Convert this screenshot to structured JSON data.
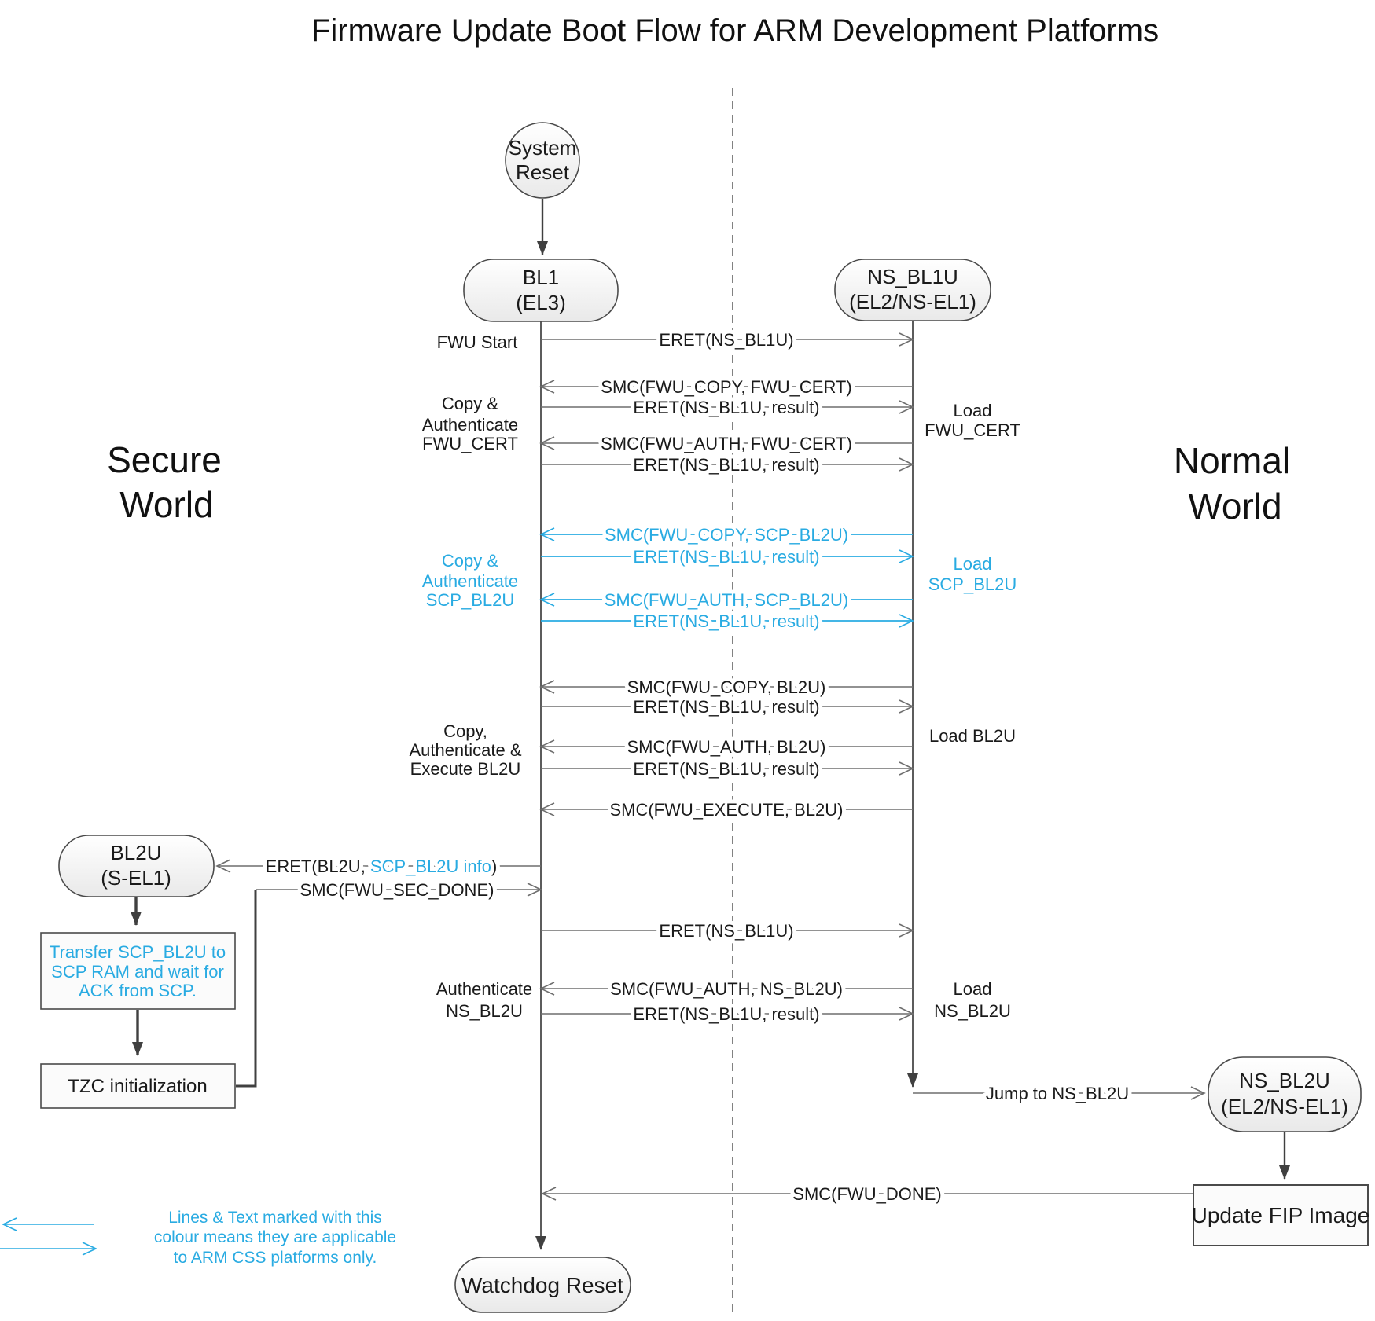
{
  "title": "Firmware Update Boot Flow for ARM Development Platforms",
  "colors": {
    "cyan": "#29ABE2",
    "line_gray": "#6e6e6e",
    "dark": "#404040"
  },
  "worlds": {
    "secure_line1": "Secure",
    "secure_line2": "World",
    "normal_line1": "Normal",
    "normal_line2": "World"
  },
  "nodes": {
    "system_reset_line1": "System",
    "system_reset_line2": "Reset",
    "bl1_line1": "BL1",
    "bl1_line2": "(EL3)",
    "ns_bl1u_line1": "NS_BL1U",
    "ns_bl1u_line2": "(EL2/NS-EL1)",
    "bl2u_line1": "BL2U",
    "bl2u_line2": "(S-EL1)",
    "ns_bl2u_line1": "NS_BL2U",
    "ns_bl2u_line2": "(EL2/NS-EL1)",
    "watchdog": "Watchdog Reset",
    "update_fip": "Update FIP Image",
    "transfer_line1": "Transfer SCP_BL2U to",
    "transfer_line2": "SCP RAM and wait for",
    "transfer_line3": "ACK from SCP.",
    "tzc": "TZC initialization"
  },
  "messages": [
    {
      "text": "ERET(NS_BL1U)"
    },
    {
      "text": "SMC(FWU_COPY, FWU_CERT)"
    },
    {
      "text": "ERET(NS_BL1U, result)"
    },
    {
      "text": "SMC(FWU_AUTH, FWU_CERT)"
    },
    {
      "text": "ERET(NS_BL1U, result)"
    },
    {
      "text": "SMC(FWU_COPY, SCP_BL2U)"
    },
    {
      "text": "ERET(NS_BL1U, result)"
    },
    {
      "text": "SMC(FWU_AUTH, SCP_BL2U)"
    },
    {
      "text": "ERET(NS_BL1U, result)"
    },
    {
      "text": "SMC(FWU_COPY, BL2U)"
    },
    {
      "text": "ERET(NS_BL1U, result)"
    },
    {
      "text": "SMC(FWU_AUTH, BL2U)"
    },
    {
      "text": "ERET(NS_BL1U, result)"
    },
    {
      "text": "SMC(FWU_EXECUTE, BL2U)"
    },
    {
      "text": "ERET(NS_BL1U)"
    },
    {
      "text": "SMC(FWU_AUTH, NS_BL2U)"
    },
    {
      "text": "ERET(NS_BL1U, result)"
    }
  ],
  "special": {
    "eret_bl2u_pre": "ERET(BL2U, ",
    "eret_bl2u_cyan": "SCP_BL2U info",
    "eret_bl2u_post": ")",
    "smc_sec_done": "SMC(FWU_SEC_DONE)",
    "smc_done": "SMC(FWU_DONE)",
    "jump": "Jump to NS_BL2U"
  },
  "side_labels": {
    "fwu_start": "FWU Start",
    "copy_auth_cert_1": "Copy &",
    "copy_auth_cert_2": "Authenticate",
    "copy_auth_cert_3": "FWU_CERT",
    "copy_auth_scp_1": "Copy &",
    "copy_auth_scp_2": "Authenticate",
    "copy_auth_scp_3": "SCP_BL2U",
    "copy_auth_exec_1": "Copy,",
    "copy_auth_exec_2": "Authenticate &",
    "copy_auth_exec_3": "Execute BL2U",
    "auth_ns_1": "Authenticate",
    "auth_ns_2": "NS_BL2U",
    "load_cert_1": "Load",
    "load_cert_2": "FWU_CERT",
    "load_scp_1": "Load",
    "load_scp_2": "SCP_BL2U",
    "load_bl2u": "Load BL2U",
    "load_ns_1": "Load",
    "load_ns_2": "NS_BL2U"
  },
  "legend": {
    "line1": "Lines & Text marked with this",
    "line2": "colour means they are applicable",
    "line3": "to ARM CSS platforms only."
  }
}
